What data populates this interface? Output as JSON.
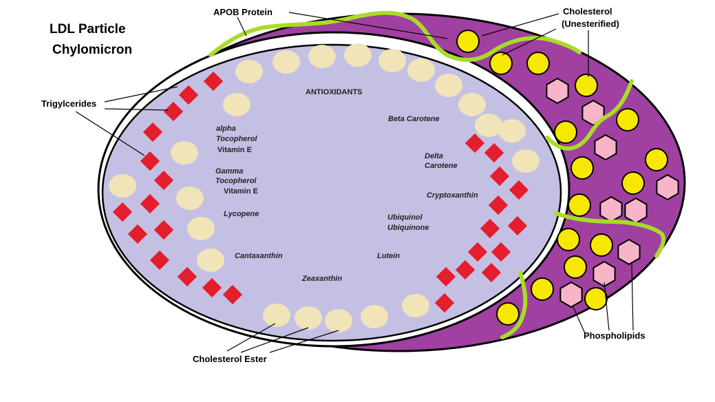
{
  "title": {
    "line1": "LDL Particle",
    "line2": "Chylomicron"
  },
  "labels": {
    "apob": "APOB Protein",
    "cholesterol_line1": "Cholesterol",
    "cholesterol_line2": "(Unesterified)",
    "triglycerides": "Trigylcerides",
    "phospholipids": "Phospholipids",
    "cholesterol_ester": "Cholesterol Ester"
  },
  "core": {
    "heading": "ANTIOXIDANTS",
    "alpha_1": "alpha",
    "alpha_2": "Tocopherol",
    "alpha_3": "Vitamin E",
    "gamma_1": "Gamma",
    "gamma_2": "Tocopherol",
    "gamma_3": "Vitamin E",
    "lycopene": "Lycopene",
    "cantaxanthin": "Cantaxanthin",
    "zeaxanthin": "Zeaxanthin",
    "lutein": "Lutein",
    "ubiquinol_1": "Ubiquinol",
    "ubiquinol_2": "Ubiquinone",
    "cryptoxanthin": "Cryptoxanthin",
    "delta_1": "Delta",
    "delta_2": "Carotene",
    "beta": "Beta Carotene"
  },
  "colors": {
    "shell": "#a040a0",
    "core": "#c4c0e4",
    "triglyceride": "#e41e2c",
    "cholesterol_ester": "#f0e4b8",
    "cholesterol": "#f8e800",
    "phospholipid": "#f8b4c8",
    "apob": "#a8dc28"
  }
}
